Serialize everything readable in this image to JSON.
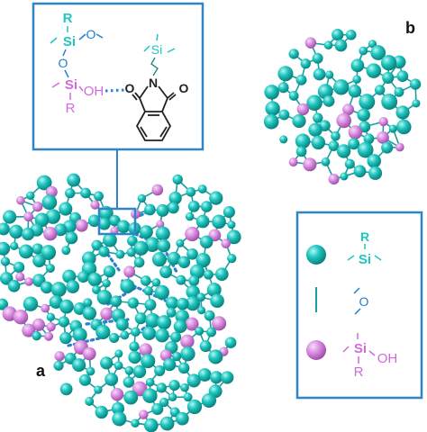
{
  "panel_labels": {
    "a": "a",
    "b": "b"
  },
  "inset": {
    "top_si_group": {
      "r": "R",
      "si": "Si",
      "o": "O",
      "o_chain": "O"
    },
    "bottom_si_group": {
      "si": "Si",
      "oh": "OH",
      "r": "R"
    },
    "silane": {
      "si": "Si"
    },
    "phthalimide": {
      "o_left": "O",
      "n": "N",
      "o_right": "O"
    }
  },
  "legend": {
    "cyan_group": {
      "r": "R",
      "si": "Si"
    },
    "link_group": {
      "o": "O"
    },
    "pink_group": {
      "si": "Si",
      "oh": "OH",
      "r": "R"
    }
  },
  "colors": {
    "frame": "#2e86c8",
    "cyan": "#1fc6c0",
    "cyan_dark": "#0e8f8a",
    "pink": "#d98ae0",
    "bond": "#1a9ea0",
    "dot": "#2b7fd4",
    "ink": "#222222"
  }
}
